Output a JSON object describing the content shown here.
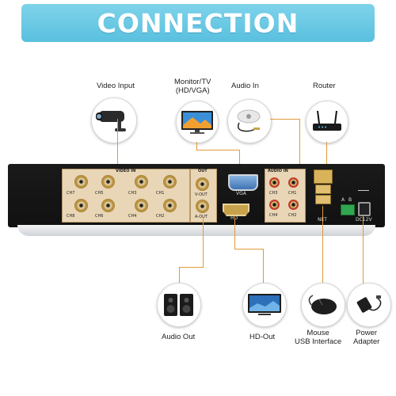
{
  "title": "CONNECTION",
  "labels": {
    "video_input": "Video Input",
    "monitor_line1": "Monitor/TV",
    "monitor_line2": "(HD/VGA)",
    "audio_in": "Audio In",
    "router": "Router",
    "audio_out": "Audio Out",
    "hd_out": "HD-Out",
    "mouse_line1": "Mouse",
    "mouse_line2": "USB Interface",
    "power_line1": "Power",
    "power_line2": "Adapter"
  },
  "panel": {
    "video_in": "VIDEO IN",
    "out": "OUT",
    "audio_in": "AUDIO IN",
    "vga": "VGA",
    "hd": "HD",
    "net": "NET",
    "dc": "DC12V",
    "a": "A",
    "b": "B",
    "channels_top": [
      "CH7",
      "CH5",
      "CH3",
      "CH1"
    ],
    "channels_bottom": [
      "CH8",
      "CH6",
      "CH4",
      "CH2"
    ],
    "audio_top": [
      "CH3",
      "CH1"
    ],
    "audio_bottom": [
      "CH4",
      "CH2"
    ],
    "v_out": "V-OUT",
    "a_out": "A-OUT"
  },
  "colors": {
    "banner": "#6ccbe6",
    "connector_line": "#e0993a",
    "device_body": "#151515",
    "port_panel": "#e9d6b6"
  },
  "icons": [
    "camera-icon",
    "monitor-icon",
    "microphone-icon",
    "router-icon",
    "speaker-icon",
    "tv-icon",
    "mouse-icon",
    "power-adapter-icon"
  ]
}
